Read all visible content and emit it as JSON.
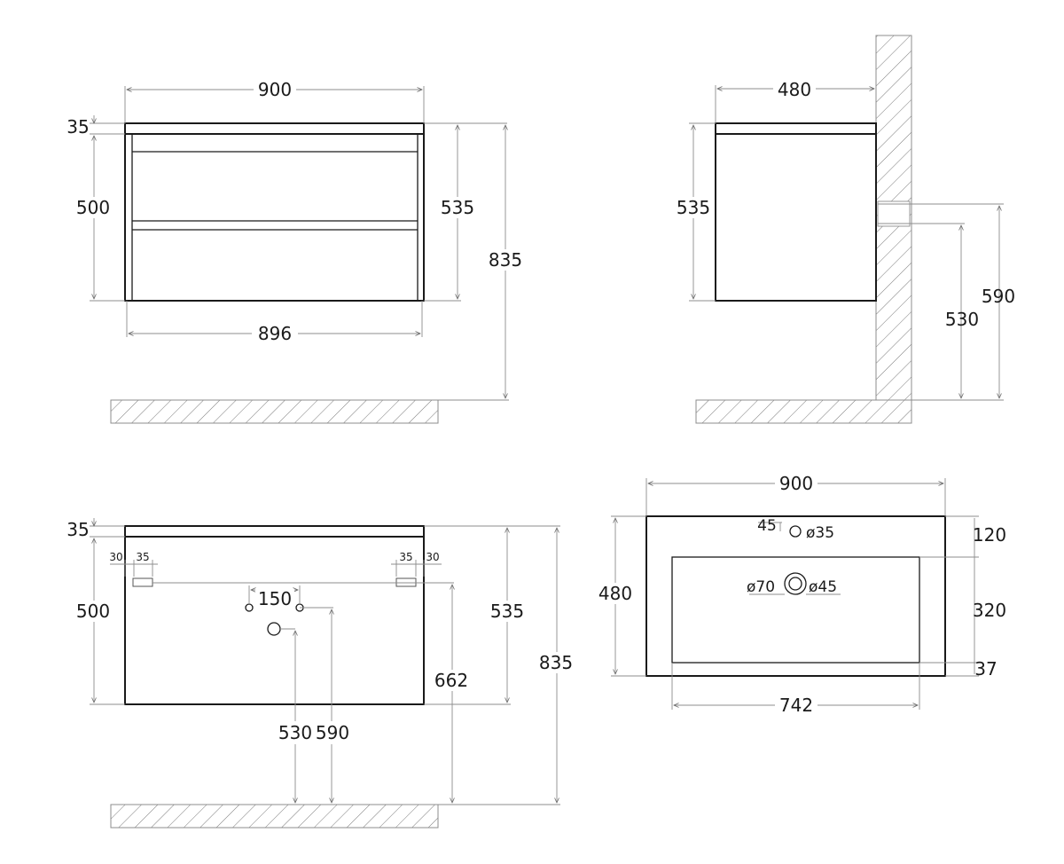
{
  "front_view": {
    "width_top": "900",
    "width_bottom": "896",
    "top_thickness": "35",
    "body_height": "500",
    "cabinet_height": "535",
    "floor_height": "835"
  },
  "side_view": {
    "depth": "480",
    "cabinet_height": "535",
    "pipe_upper": "590",
    "pipe_lower": "530"
  },
  "rear_view": {
    "top_thickness": "35",
    "body_height": "500",
    "cabinet_height": "535",
    "floor_height": "835",
    "bracket_height": "662",
    "bracket_left_offset": "30",
    "bracket_left_width": "35",
    "bracket_right_width": "35",
    "bracket_right_offset": "30",
    "hole_spacing": "150",
    "drain_height": "530",
    "supply_height": "590"
  },
  "top_view": {
    "width": "900",
    "depth": "480",
    "bowl_width": "742",
    "front_margin": "120",
    "bowl_depth": "320",
    "back_margin": "37",
    "tap_offset": "45",
    "tap_hole": "ø35",
    "drain_outer": "ø70",
    "drain_inner": "ø45"
  }
}
